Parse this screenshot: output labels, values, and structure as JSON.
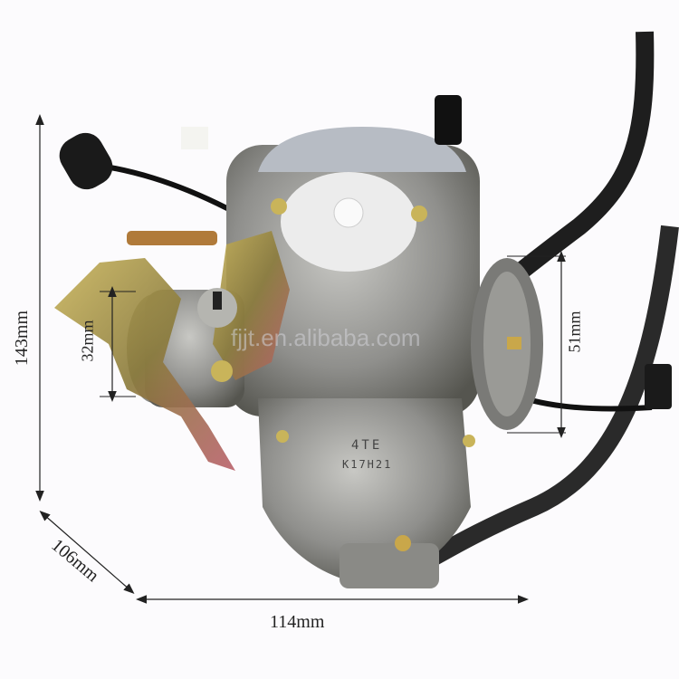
{
  "image": {
    "subject": "motorcycle carburetor product photo with dimensions",
    "background": "#fcfbfd"
  },
  "dimensions": {
    "height_label": "143mm",
    "depth_label": "106mm",
    "width_label": "114mm",
    "inlet_label": "32mm",
    "outlet_label": "51mm"
  },
  "body_markings": {
    "line1": "4TE",
    "line2": "K17H21"
  },
  "watermark": "fjjt.en.alibaba.com",
  "colors": {
    "body": "#8f8f8c",
    "cap_white": "#eeeeee",
    "hose": "#1e1e1e",
    "bracket_gold": "#a08a3a",
    "dimension_line": "#222222"
  }
}
